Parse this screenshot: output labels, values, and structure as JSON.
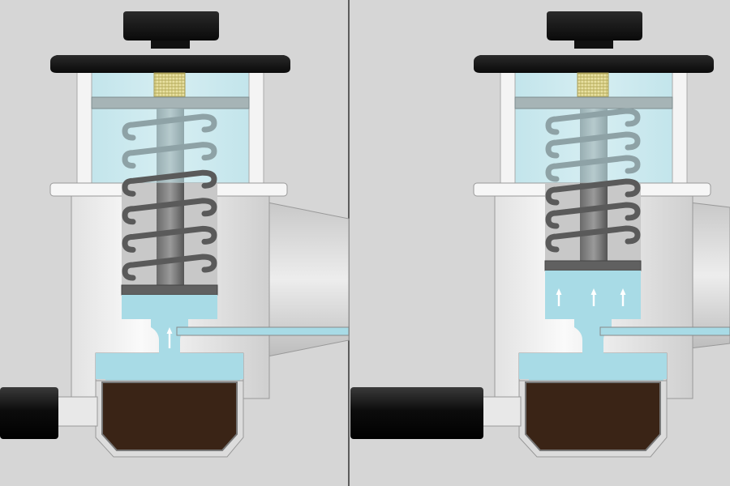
{
  "panels": [
    {
      "id": "left",
      "state": "compressed",
      "flow_arrows": "up-through-orifice"
    },
    {
      "id": "right",
      "state": "lifted",
      "flow_arrows": "up-into-chamber"
    }
  ],
  "colors": {
    "background": "#d6d6d6",
    "water": "#a8dbe6",
    "body": "#f0f0f0",
    "cap": "#1a1a1a",
    "coffee": "#3a2416",
    "spring": "#6a6a6a",
    "divider": "#333333",
    "thread": "#e4dc98"
  },
  "icons": [
    "knob-icon",
    "spring-icon",
    "piston-icon",
    "coffee-basket-icon",
    "handle-icon",
    "arrow-up-icon"
  ]
}
